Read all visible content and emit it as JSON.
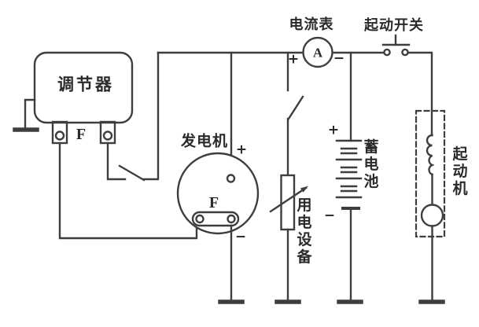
{
  "colors": {
    "line": "#3e3e3e",
    "text": "#2a2a2a",
    "background": "#ffffff"
  },
  "labels": {
    "regulator": "调节器",
    "regulator_terminal": "F",
    "generator": "发电机",
    "generator_field": "F",
    "generator_plus": "+",
    "generator_minus": "−",
    "ammeter": "电流表",
    "ammeter_symbol": "A",
    "ammeter_plus": "+",
    "ammeter_minus": "−",
    "starter_switch": "起动开关",
    "battery": "蓄电池",
    "battery_plus": "+",
    "battery_minus": "−",
    "load": "用电设备",
    "starter_motor": "起动机"
  }
}
